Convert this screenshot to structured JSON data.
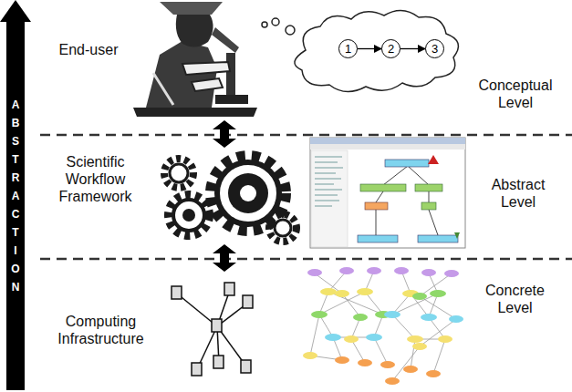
{
  "diagram": {
    "nodes": [
      {
        "text": [
          "1"
        ]
      },
      {
        "text": [
          "2"
        ]
      },
      {
        "text": [
          "3"
        ]
      }
    ],
    "edges": [
      {
        "from": 0,
        "to": 1,
        "arrow": "to"
      },
      {
        "from": 1,
        "to": 2,
        "arrow": "to"
      }
    ],
    "labels": [
      "ABSTRACTION",
      "End-user",
      "Conceptual Level",
      "Scientific Workflow Framework",
      "Abstract Level",
      "Computing Infrastructure",
      "Concrete Level"
    ]
  }
}
